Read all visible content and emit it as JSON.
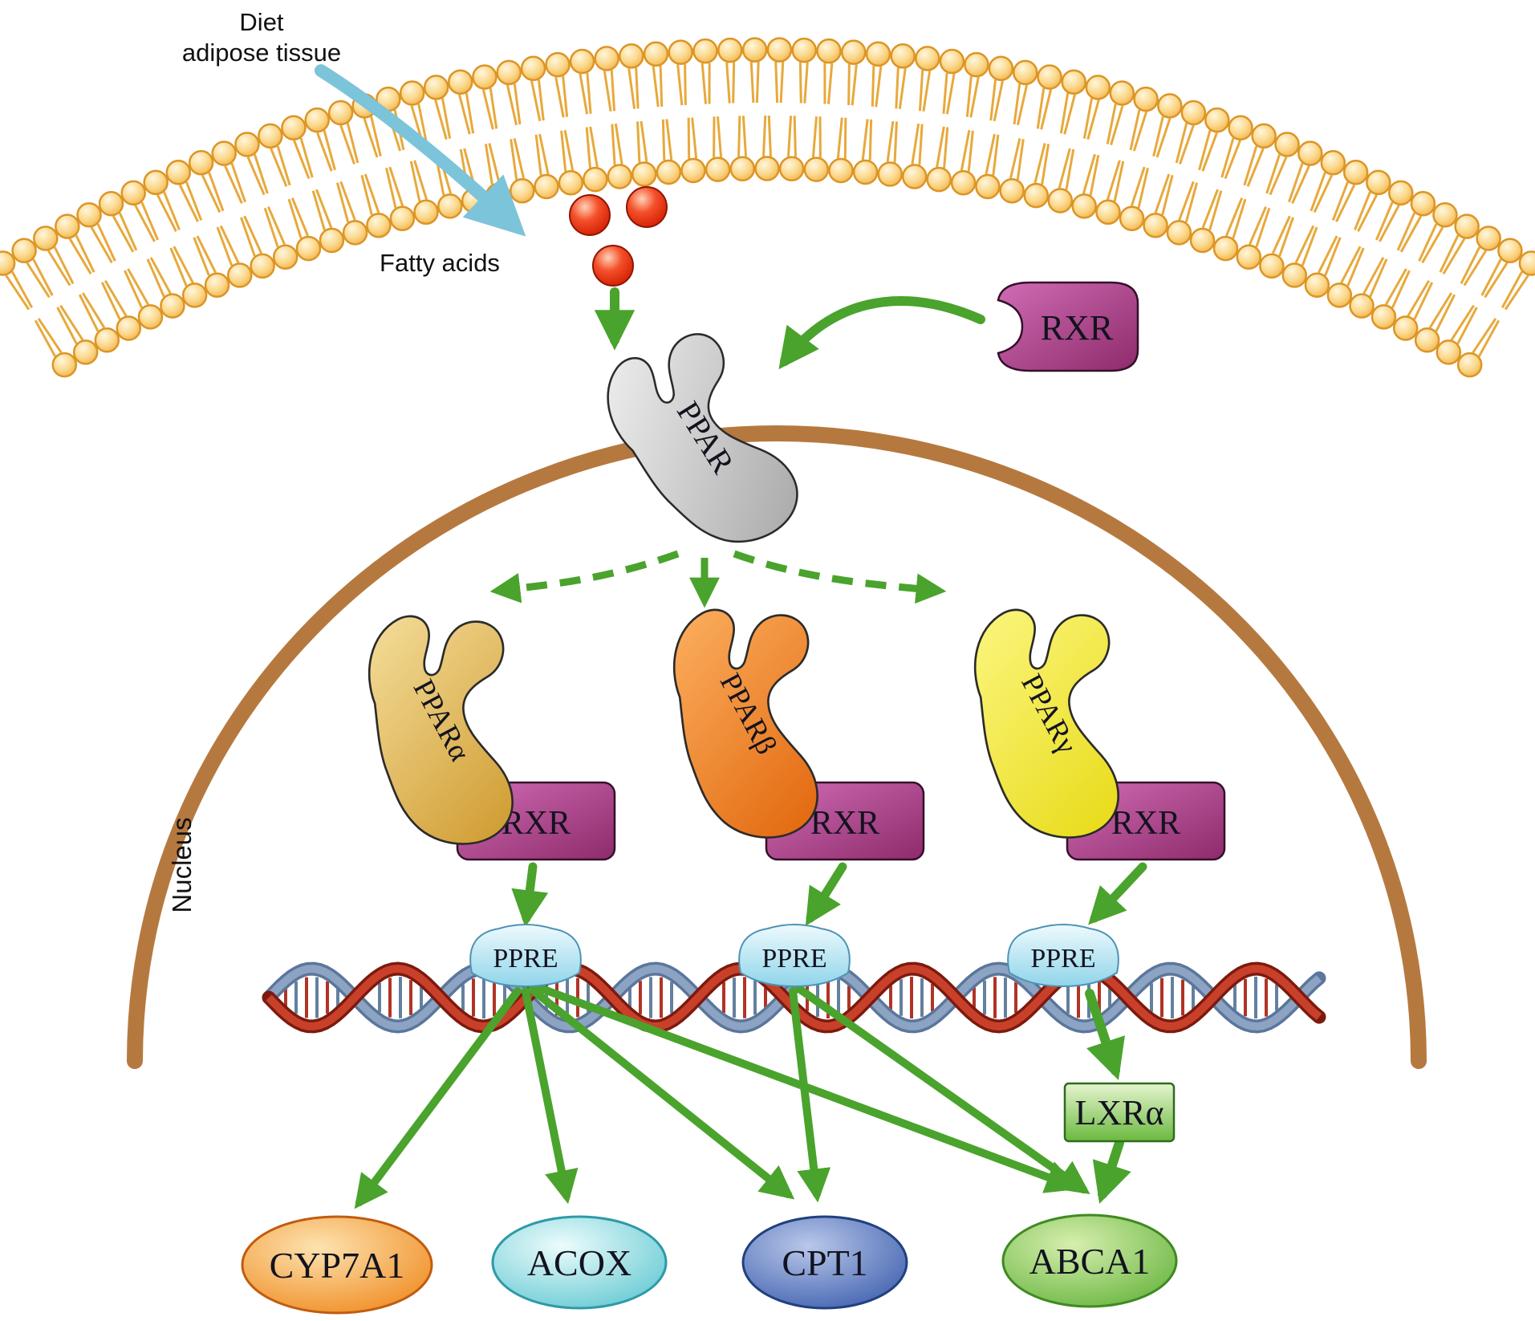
{
  "labels": {
    "diet_line1": "Diet",
    "diet_line2": "adipose tissue",
    "fatty_acids": "Fatty acids",
    "nucleus": "Nucleus",
    "rxr_top": "RXR",
    "ppar": "PPAR",
    "ppar_alpha": "PPARα",
    "ppar_beta": "PPARβ",
    "ppar_gamma": "PPARγ",
    "rxr_alpha": "RXR",
    "rxr_beta": "RXR",
    "rxr_gamma": "RXR",
    "ppre_1": "PPRE",
    "ppre_2": "PPRE",
    "ppre_3": "PPRE",
    "lxr": "LXRα",
    "gene_cyp7a1": "CYP7A1",
    "gene_acox": "ACOX",
    "gene_cpt1": "CPT1",
    "gene_abca1": "ABCA1"
  },
  "colors": {
    "arrow_green": "#4aa32c",
    "arrow_cyan": "#7cc4d9",
    "membrane_orange": "#e8a33c",
    "nucleus_brown": "#b5793f",
    "rxr_magenta": "#b3459a",
    "ppar_gray": "#c7c7c7",
    "ppar_alpha_gold": "#ddb34a",
    "ppar_beta_orange": "#ef7d22",
    "ppar_gamma_yellow": "#f0e52f",
    "ppre_blue": "#a8dff0",
    "lxr_green": "#8cc63f",
    "dna_red": "#c0371f",
    "dna_blue": "#87a0c0",
    "fatty_acid_red": "#e23313",
    "gene_cyp7a1_fill": "#f29a3d",
    "gene_acox_fill": "#8fd8dc",
    "gene_cpt1_fill": "#4f6fb5",
    "gene_abca1_fill": "#7cc24a"
  }
}
